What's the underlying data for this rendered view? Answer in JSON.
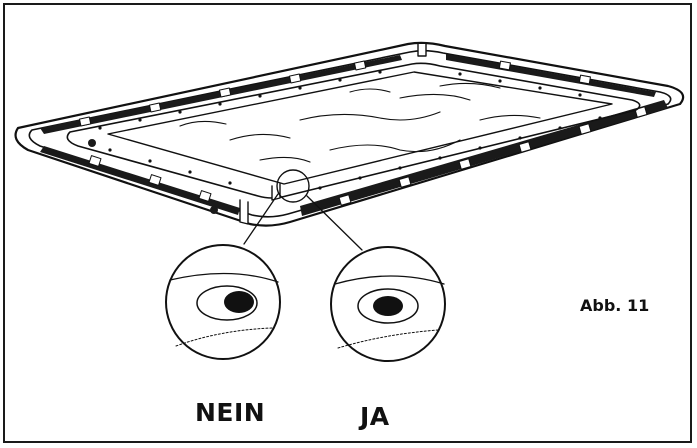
{
  "labels": {
    "wrong": "NEIN",
    "right": "JA",
    "figure": "Abb. 11"
  },
  "colors": {
    "ink": "#111111",
    "background": "#ffffff"
  },
  "icons": {
    "wrong_detail": "eyelet-misplaced-detail-icon",
    "right_detail": "eyelet-centered-detail-icon"
  }
}
